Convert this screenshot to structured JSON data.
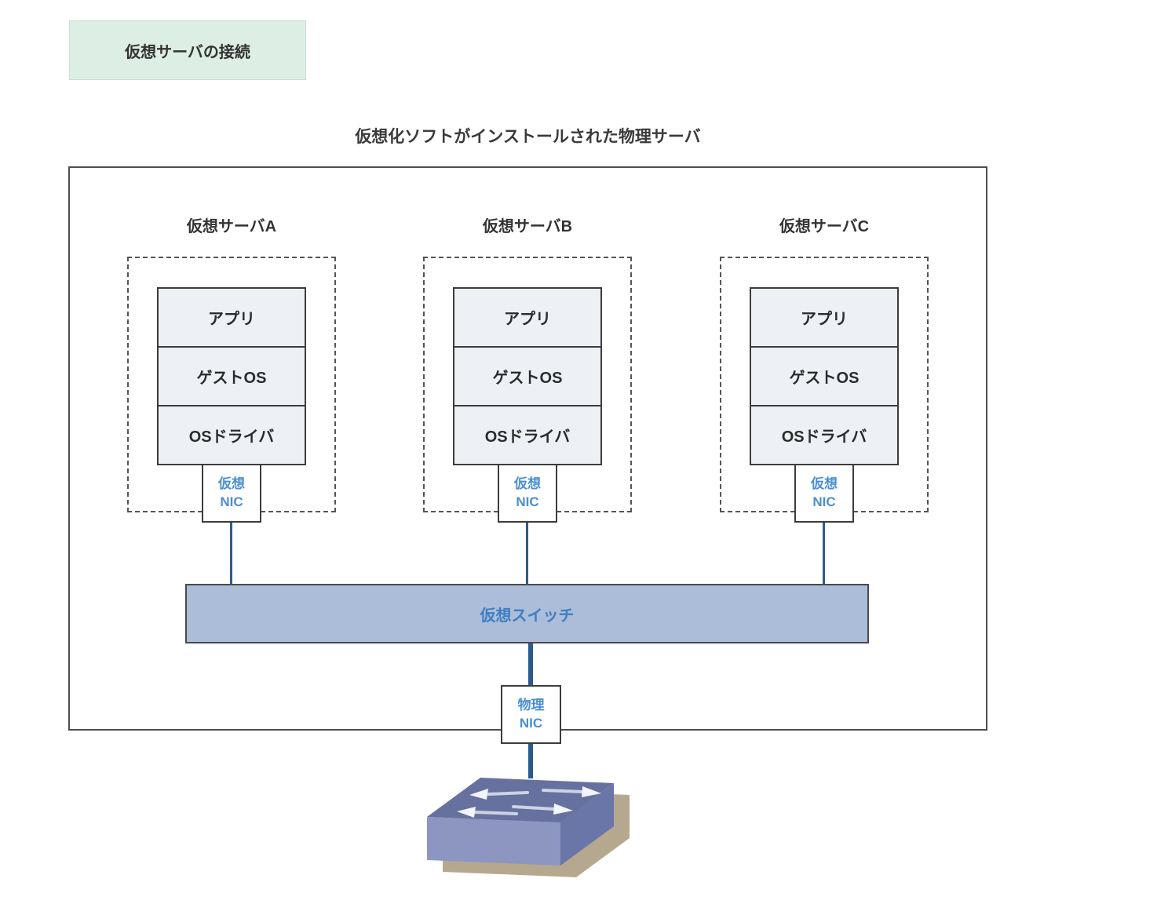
{
  "header": {
    "label": "仮想サーバの接続"
  },
  "diagram": {
    "title": "仮想化ソフトがインストールされた物理サーバ",
    "servers": [
      {
        "label": "仮想サーバA",
        "layers": [
          "アプリ",
          "ゲストOS",
          "OSドライバ"
        ],
        "nic": {
          "line1": "仮想",
          "line2": "NIC"
        }
      },
      {
        "label": "仮想サーバB",
        "layers": [
          "アプリ",
          "ゲストOS",
          "OSドライバ"
        ],
        "nic": {
          "line1": "仮想",
          "line2": "NIC"
        }
      },
      {
        "label": "仮想サーバC",
        "layers": [
          "アプリ",
          "ゲストOS",
          "OSドライバ"
        ],
        "nic": {
          "line1": "仮想",
          "line2": "NIC"
        }
      }
    ],
    "virtual_switch_label": "仮想スイッチ",
    "physical_nic": {
      "line1": "物理",
      "line2": "NIC"
    },
    "icons": {
      "physical_switch": "network-switch-icon"
    }
  },
  "colors": {
    "header_bg": "#ddeee4",
    "header_border": "#c7dfd0",
    "box_border": "#4d4d4d",
    "layer_fill": "#edf1f5",
    "nic_text": "#4a8fd4",
    "vswitch_fill": "#abbdd8",
    "vswitch_text": "#3f7ec2",
    "connector_line": "#2d5c90",
    "switch_top": "#67719f",
    "switch_front": "#8d96c1",
    "switch_right": "#6a75a8",
    "switch_shadow": "#b5a88f"
  }
}
